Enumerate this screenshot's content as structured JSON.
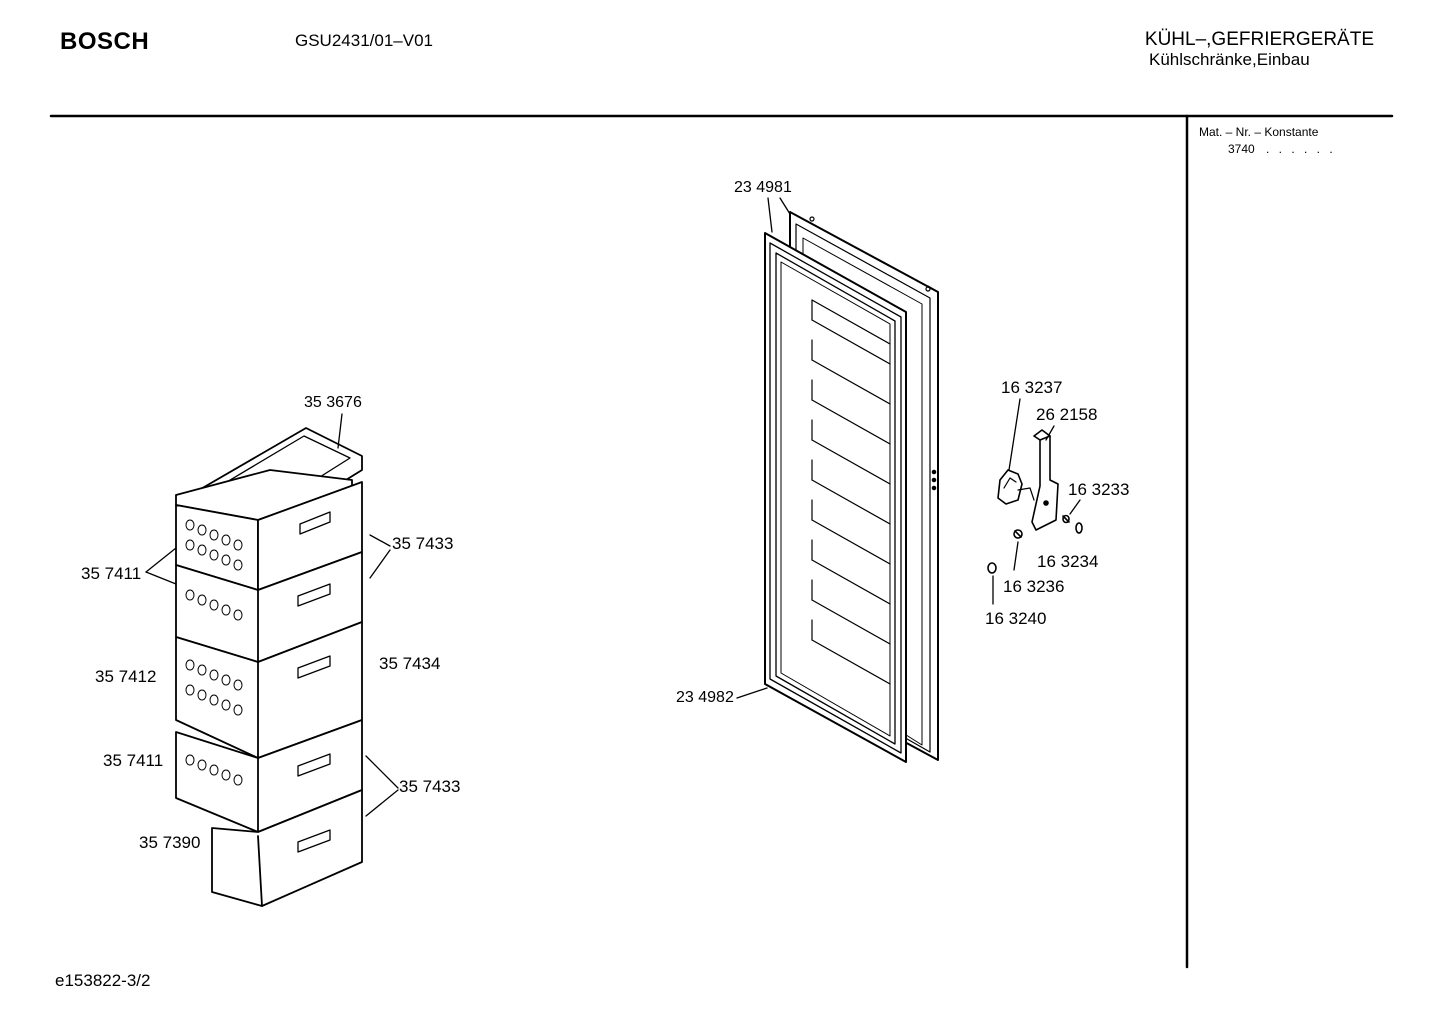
{
  "header": {
    "brand": "BOSCH",
    "model": "GSU2431/01–V01",
    "category_line1": "KÜHL–,GEFRIERGERÄTE",
    "category_line2": "Kühlschränke,Einbau"
  },
  "sidebar": {
    "mat_label": "Mat. – Nr. – Konstante",
    "mat_value": "3740",
    "mat_dots": ". .  . . . ."
  },
  "parts": {
    "p353676": "35 3676",
    "p357433_top": "35 7433",
    "p357411_top": "35 7411",
    "p357434": "35 7434",
    "p357412": "35 7412",
    "p357411_bottom": "35 7411",
    "p357433_bottom": "35 7433",
    "p357390": "35 7390",
    "p234981": "23 4981",
    "p234982": "23 4982",
    "p163237": "16 3237",
    "p262158": "26 2158",
    "p163233": "16 3233",
    "p163234": "16 3234",
    "p163236": "16 3236",
    "p163240": "16 3240"
  },
  "footer": {
    "drawing_id": "e153822-3/2"
  }
}
